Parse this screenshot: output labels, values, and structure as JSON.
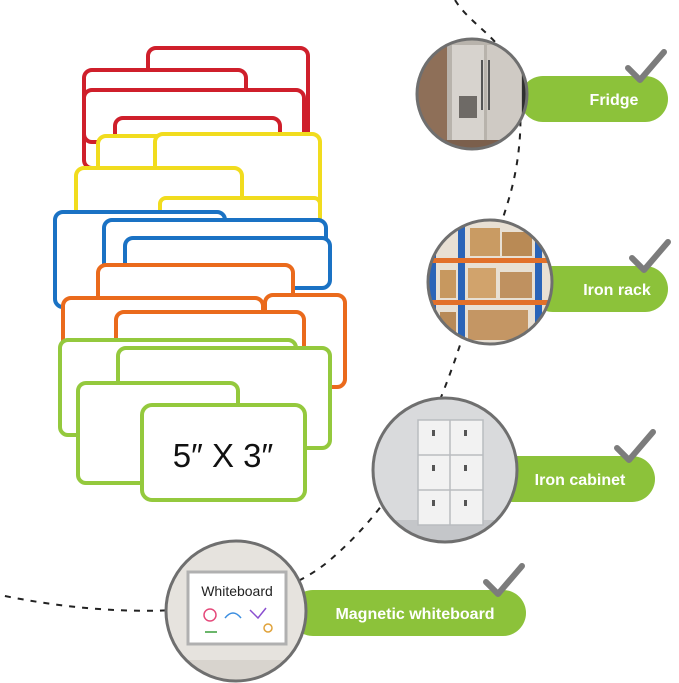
{
  "size_label": "5″ X 3″",
  "colors": {
    "red": "#cf1f2b",
    "yellow": "#f1dc1e",
    "blue": "#1a72c4",
    "orange": "#ea6a1c",
    "green": "#94c93d",
    "pill": "#8cc23a",
    "check": "#7c7c7c"
  },
  "uses": [
    {
      "label": "Fridge",
      "icon": "fridge-photo"
    },
    {
      "label": "Iron rack",
      "icon": "warehouse-rack-photo"
    },
    {
      "label": "Iron cabinet",
      "icon": "locker-cabinet-photo"
    },
    {
      "label": "Magnetic whiteboard",
      "icon": "whiteboard-photo"
    }
  ],
  "whiteboard_text": "Whiteboard"
}
